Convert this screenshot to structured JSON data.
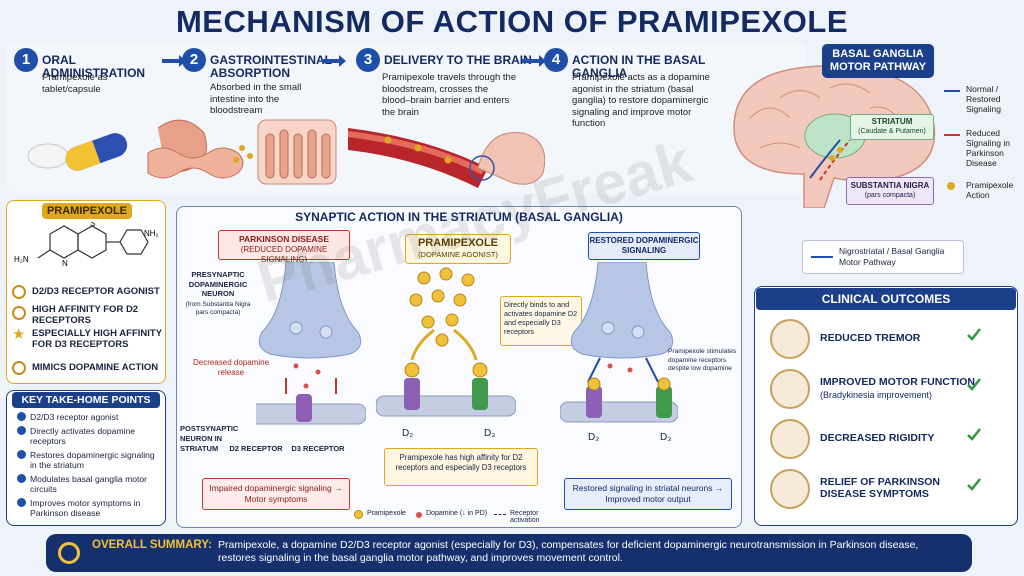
{
  "title": "MECHANISM OF ACTION OF PRAMIPEXOLE",
  "steps": [
    {
      "num": "1",
      "title": "ORAL ADMINISTRATION",
      "desc": "Pramipexole as tablet/capsule"
    },
    {
      "num": "2",
      "title": "GASTROINTESTINAL ABSORPTION",
      "desc": "Absorbed in the small intestine into the bloodstream"
    },
    {
      "num": "3",
      "title": "DELIVERY TO THE BRAIN",
      "desc": "Pramipexole travels through the bloodstream, crosses the blood–brain barrier and enters the brain"
    },
    {
      "num": "4",
      "title": "ACTION IN THE BASAL GANGLIA",
      "desc": "Pramipexole acts as a dopamine agonist in the striatum (basal ganglia) to restore dopaminergic signaling and improve motor function"
    }
  ],
  "pathway": {
    "title": "BASAL GANGLIA MOTOR PATHWAY",
    "striatum": "STRIATUM",
    "striatum_sub": "(Caudate & Putamen)",
    "nigra": "SUBSTANTIA NIGRA",
    "nigra_sub": "(pars compacta)",
    "legend": [
      {
        "label": "Normal / Restored Signaling",
        "color": "#1f4fa8"
      },
      {
        "label": "Reduced Signaling in Parkinson Disease",
        "color": "#c0392b"
      },
      {
        "label": "Pramipexole Action",
        "color": "#e0a81e"
      }
    ],
    "nigrostriatal": "Nigrostriatal / Basal Ganglia Motor Pathway"
  },
  "drug_card": {
    "title": "PRAMIPEXOLE",
    "nh2_right": "NH₂",
    "nh2_left": "H₂N",
    "s_atom": "S",
    "n_atom": "N",
    "properties": [
      "D2/D3 RECEPTOR AGONIST",
      "HIGH AFFINITY FOR D2 RECEPTORS",
      "ESPECIALLY HIGH AFFINITY FOR D3 RECEPTORS",
      "MIMICS DOPAMINE ACTION"
    ]
  },
  "takehome": {
    "title": "KEY TAKE-HOME POINTS",
    "points": [
      "D2/D3 receptor agonist",
      "Directly activates dopamine receptors",
      "Restores dopaminergic signaling in the striatum",
      "Modulates basal ganglia motor circuits",
      "Improves motor symptoms in Parkinson disease"
    ]
  },
  "synapse": {
    "title": "SYNAPTIC ACTION IN THE STRIATUM (BASAL GANGLIA)",
    "pd_title": "PARKINSON DISEASE",
    "pd_sub": "(REDUCED DOPAMINE SIGNALING)",
    "presyn": "PRESYNAPTIC DOPAMINERGIC NEURON",
    "presyn_sub": "(from Substantia Nigra pars compacta)",
    "decreased": "Decreased dopamine release",
    "postsyn": "POSTSYNAPTIC NEURON IN STRIATUM",
    "d2r": "D2 RECEPTOR",
    "d3r": "D3 RECEPTOR",
    "impaired": "Impaired dopaminergic signaling → Motor symptoms",
    "drug_title": "PRAMIPEXOLE",
    "drug_sub": "(DOPAMINE AGONIST)",
    "binds": "Directly binds to and activates dopamine D2 and especially D3 receptors",
    "d2": "D₂",
    "d3": "D₃",
    "affinity": "Pramipexole has high affinity for D2 receptors and especially D3 receptors",
    "restored_title": "RESTORED DOPAMINERGIC SIGNALING",
    "stimulates": "Pramipexole stimulates dopamine receptors despite low dopamine",
    "restored_out": "Restored signaling in striatal neurons → Improved motor output",
    "legend_pram": "Pramipexole",
    "legend_dop": "Dopamine (↓ in PD)",
    "legend_rec": "Receptor activation"
  },
  "outcomes": {
    "title": "CLINICAL OUTCOMES",
    "items": [
      {
        "label": "REDUCED TREMOR",
        "sub": "",
        "icon": "hand-icon"
      },
      {
        "label": "IMPROVED MOTOR FUNCTION",
        "sub": "(Bradykinesia improvement)",
        "icon": "walking-icon"
      },
      {
        "label": "DECREASED RIGIDITY",
        "sub": "",
        "icon": "arm-icon"
      },
      {
        "label": "RELIEF OF PARKINSON DISEASE SYMPTOMS",
        "sub": "",
        "icon": "brain-icon"
      }
    ]
  },
  "summary": {
    "label": "OVERALL SUMMARY:",
    "text": "Pramipexole, a dopamine D2/D3 receptor agonist (especially for D3), compensates for deficient dopaminergic neurotransmission in Parkinson disease, restores signaling in the basal ganglia motor pathway, and improves movement control."
  },
  "watermark": "PharmacyFreak"
}
